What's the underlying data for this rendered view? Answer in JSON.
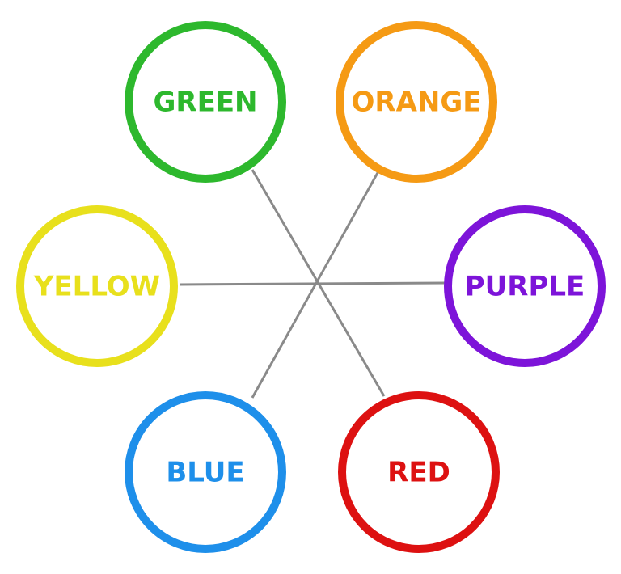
{
  "diagram": {
    "nodes": [
      {
        "id": "green",
        "label": "GREEN",
        "color": "#2db82d"
      },
      {
        "id": "orange",
        "label": "ORANGE",
        "color": "#f59a14"
      },
      {
        "id": "yellow",
        "label": "YELLOW",
        "color": "#e8e01c"
      },
      {
        "id": "purple",
        "label": "PURPLE",
        "color": "#7d14d9"
      },
      {
        "id": "blue",
        "label": "BLUE",
        "color": "#1e8fea"
      },
      {
        "id": "red",
        "label": "RED",
        "color": "#dd1111"
      }
    ],
    "connections": [
      {
        "from": "green",
        "to": "red"
      },
      {
        "from": "orange",
        "to": "blue"
      },
      {
        "from": "yellow",
        "to": "purple"
      }
    ],
    "line_color": "#8a8a8a"
  }
}
